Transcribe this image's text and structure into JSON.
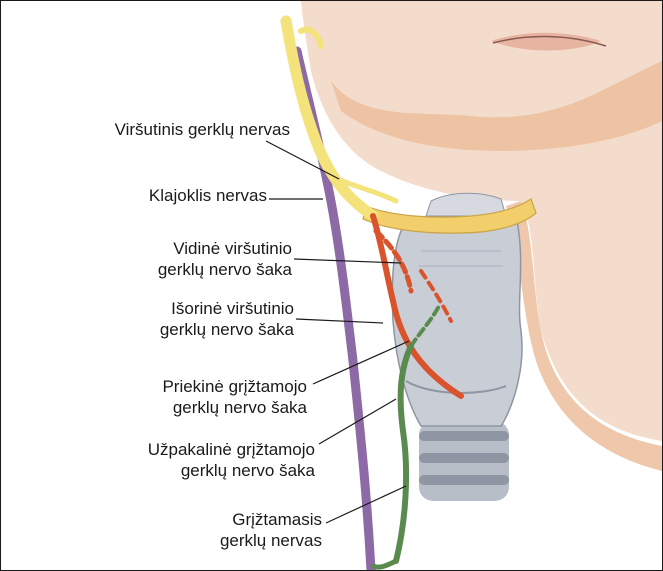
{
  "labels": {
    "superior_laryngeal": "Viršutinis gerklų nervas",
    "vagus": "Klajoklis nervas",
    "internal_branch": [
      "Vidinė viršutinio",
      "gerklų nervo šaka"
    ],
    "external_branch": [
      "Išorinė viršutinio",
      "gerklų nervo šaka"
    ],
    "anterior_recurrent": [
      "Priekinė grįžtamojo",
      "gerklų nervo šaka"
    ],
    "posterior_recurrent": [
      "Užpakalinė grįžtamojo",
      "gerklų nervo šaka"
    ],
    "recurrent": [
      "Grįžtamasis",
      "gerklų nervas"
    ]
  },
  "colors": {
    "skin": "#f3dccb",
    "skin_shade": "#e9b58f",
    "lips": "#e8b4a2",
    "vagus": "#8d6aa6",
    "superior_nerve": "#f4e27a",
    "branch_nerve": "#d9542c",
    "recurrent_nerve": "#5b8a4f",
    "cartilage": "#c9ced6",
    "hyoid": "#f2cf6a",
    "leader_line": "#1a1a1a",
    "text": "#1a1a1a"
  }
}
